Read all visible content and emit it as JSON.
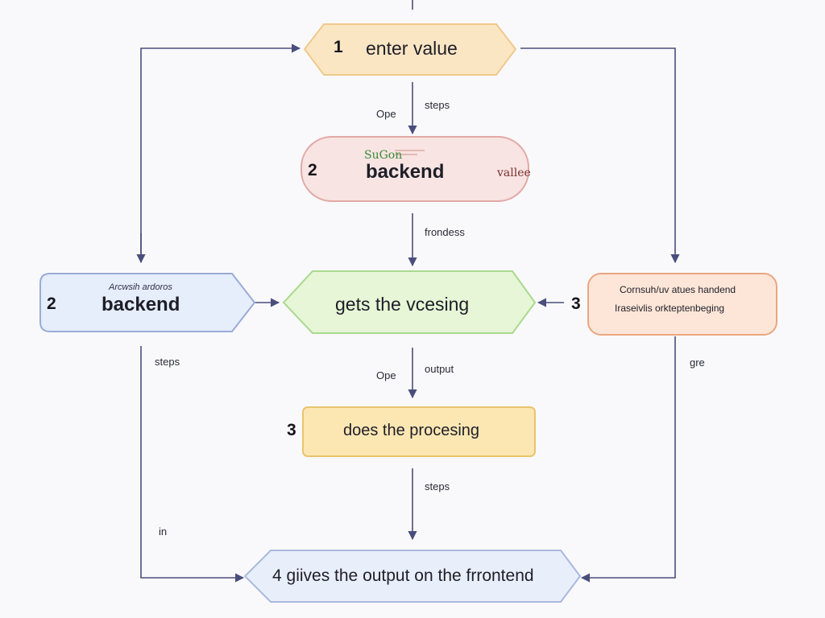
{
  "colors": {
    "orange_fill": "#fbe6c4",
    "orange_stroke": "#efc98c",
    "pink_fill": "#f8e4e2",
    "pink_stroke": "#e2a9a6",
    "blue_fill": "#e6edfb",
    "blue_stroke": "#99acd6",
    "green_fill": "#e7f6d6",
    "green_stroke": "#a9d98e",
    "peach_fill": "#fde6d8",
    "peach_stroke": "#eaa680",
    "yellow_fill": "#fce7b3",
    "yellow_stroke": "#e9c46d",
    "lavender_fill": "#e9eefb",
    "lavender_stroke": "#a9b9df",
    "arrow": "#4a4e7c"
  },
  "nodes": {
    "enter_value": {
      "number": "1",
      "label": "enter value"
    },
    "backend_top": {
      "number": "2",
      "label": "backend",
      "small_text": "SuGon",
      "side_text": "vallee"
    },
    "backend_left": {
      "number": "2",
      "label": "backend",
      "small_text": "Arcwsih ardoros"
    },
    "gets_processing": {
      "label": "gets the vcesing"
    },
    "right_box": {
      "number": "3",
      "line1": "Cornsuh/uv atues handend",
      "line2": "Iraseivlis orkteptenbeging"
    },
    "does_processing": {
      "number": "3",
      "label": "does the procesing"
    },
    "gives_output": {
      "label": "4 giives the output on the frrontend"
    }
  },
  "edge_labels": {
    "ope_top": "Ope",
    "steps_top": "steps",
    "frondess": "frondess",
    "steps_left": "steps",
    "ope_mid": "Ope",
    "output": "output",
    "gre": "gre",
    "steps_bottom": "steps",
    "in": "in"
  }
}
